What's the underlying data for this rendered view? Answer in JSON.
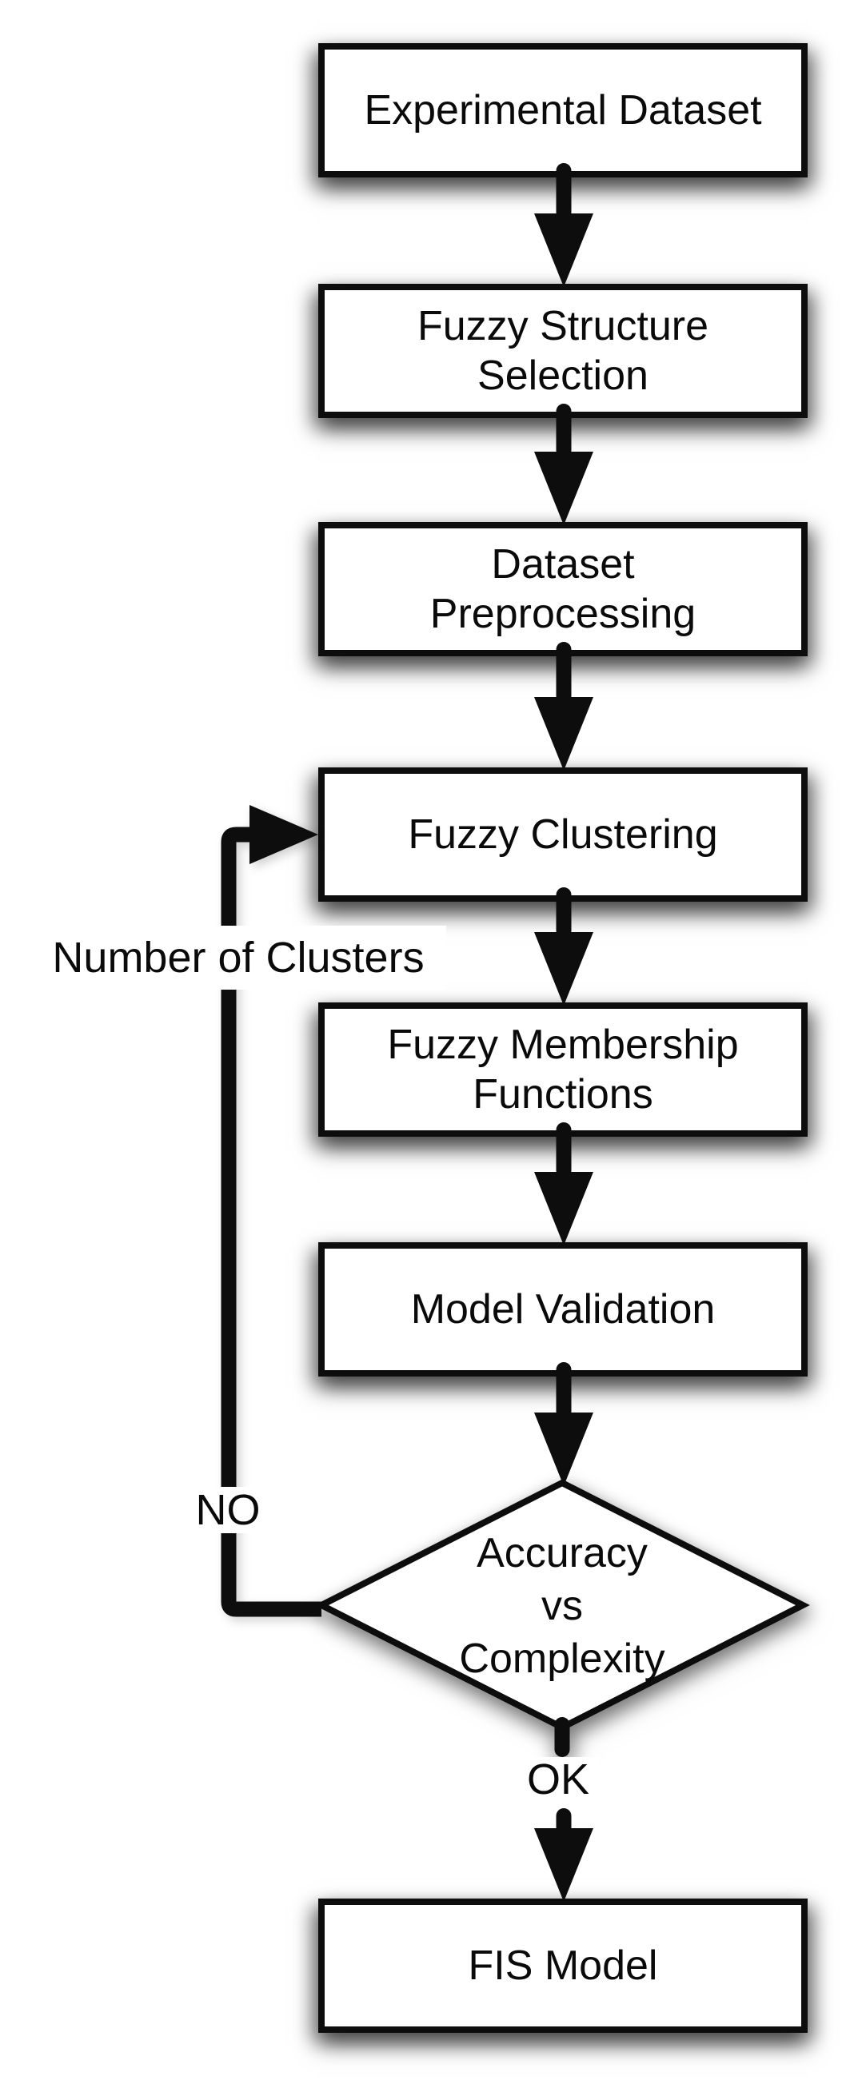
{
  "figure": {
    "type": "flowchart",
    "direction": "top-down",
    "colors": {
      "background": "#ffffff",
      "node_fill": "#ffffff",
      "stroke": "#0d0d0d",
      "text": "#0a0a0a",
      "shadow": "rgba(0,0,0,0.5)"
    }
  },
  "nodes": [
    {
      "id": "experimental-dataset",
      "shape": "rect",
      "lines": [
        "Experimental Dataset"
      ]
    },
    {
      "id": "fuzzy-structure-selection",
      "shape": "rect",
      "lines": [
        "Fuzzy Structure",
        "Selection"
      ]
    },
    {
      "id": "dataset-preprocessing",
      "shape": "rect",
      "lines": [
        "Dataset",
        "Preprocessing"
      ]
    },
    {
      "id": "fuzzy-clustering",
      "shape": "rect",
      "lines": [
        "Fuzzy Clustering"
      ]
    },
    {
      "id": "fuzzy-membership-functions",
      "shape": "rect",
      "lines": [
        "Fuzzy Membership",
        "Functions"
      ]
    },
    {
      "id": "model-validation",
      "shape": "rect",
      "lines": [
        "Model Validation"
      ]
    },
    {
      "id": "accuracy-vs-complexity",
      "shape": "diamond",
      "lines": [
        "Accuracy",
        "vs",
        "Complexity"
      ]
    },
    {
      "id": "fis-model",
      "shape": "rect",
      "lines": [
        "FIS Model"
      ]
    }
  ],
  "edge_labels": {
    "feedback": "Number of Clusters",
    "no": "NO",
    "ok": "OK"
  }
}
